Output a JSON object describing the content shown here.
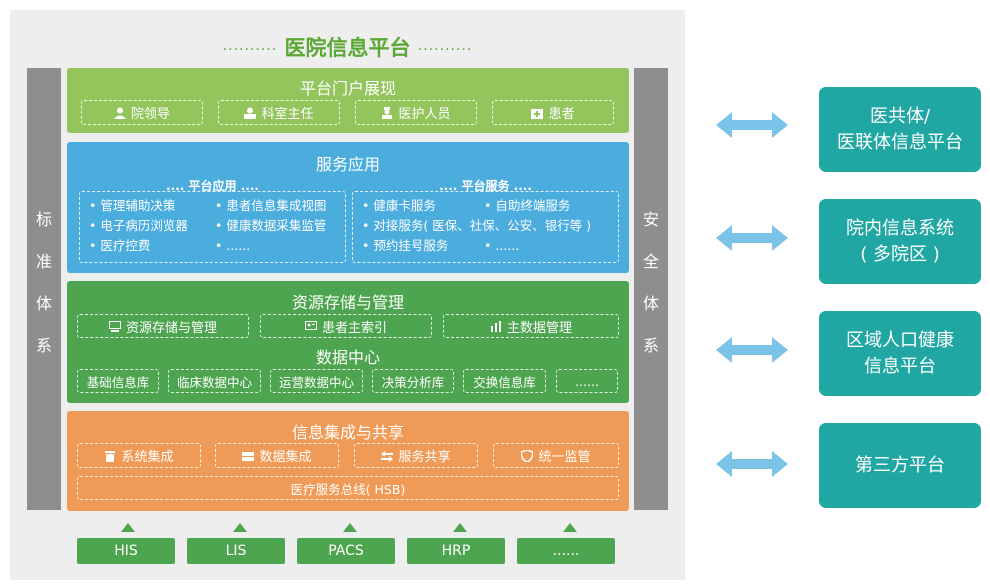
{
  "title": "医院信息平台",
  "title_dots": "..........",
  "left_sidebar": [
    "标",
    "准",
    "体",
    "系"
  ],
  "right_sidebar": [
    "安",
    "全",
    "体",
    "系"
  ],
  "portal": {
    "title": "平台门户展现",
    "items": [
      "院领导",
      "科室主任",
      "医护人员",
      "患者"
    ]
  },
  "service": {
    "title": "服务应用",
    "app_title": ".... 平台应用 ....",
    "svc_title": ".... 平台服务 ....",
    "app_col1": [
      "• 管理辅助决策",
      "• 电子病历浏览器",
      "• 医疗控费"
    ],
    "app_col2": [
      "• 患者信息集成视图",
      "• 健康数据采集监管",
      "• ......"
    ],
    "svc_col1": [
      "• 健康卡服务",
      "• 对接服务( 医保、社保、公安、银行等 )",
      "• 预约挂号服务"
    ],
    "svc_col2": [
      "• 自助终端服务",
      "",
      "• ......"
    ]
  },
  "resource": {
    "title": "资源存储与管理",
    "items": [
      "资源存储与管理",
      "患者主索引",
      "主数据管理"
    ],
    "dc_title": "数据中心",
    "dc_items": [
      "基础信息库",
      "临床数据中心",
      "运营数据中心",
      "决策分析库",
      "交换信息库",
      "......"
    ]
  },
  "integration": {
    "title": "信息集成与共享",
    "items": [
      "系统集成",
      "数据集成",
      "服务共享",
      "统一监管"
    ],
    "bus": "医疗服务总线( HSB)"
  },
  "systems": [
    "HIS",
    "LIS",
    "PACS",
    "HRP",
    "......"
  ],
  "external": [
    {
      "line1": "医共体/",
      "line2": "医联体信息平台"
    },
    {
      "line1": "院内信息系统",
      "line2": "( 多院区 )"
    },
    {
      "line1": "区域人口健康",
      "line2": "信息平台"
    },
    {
      "line1": "第三方平台",
      "line2": ""
    }
  ],
  "colors": {
    "portal": "#93c55c",
    "service": "#4bacde",
    "resource": "#4ea54f",
    "integration": "#ef9b57",
    "sidebar": "#8e8e8e",
    "external": "#21a7a3",
    "arrow": "#7cc3ea"
  }
}
